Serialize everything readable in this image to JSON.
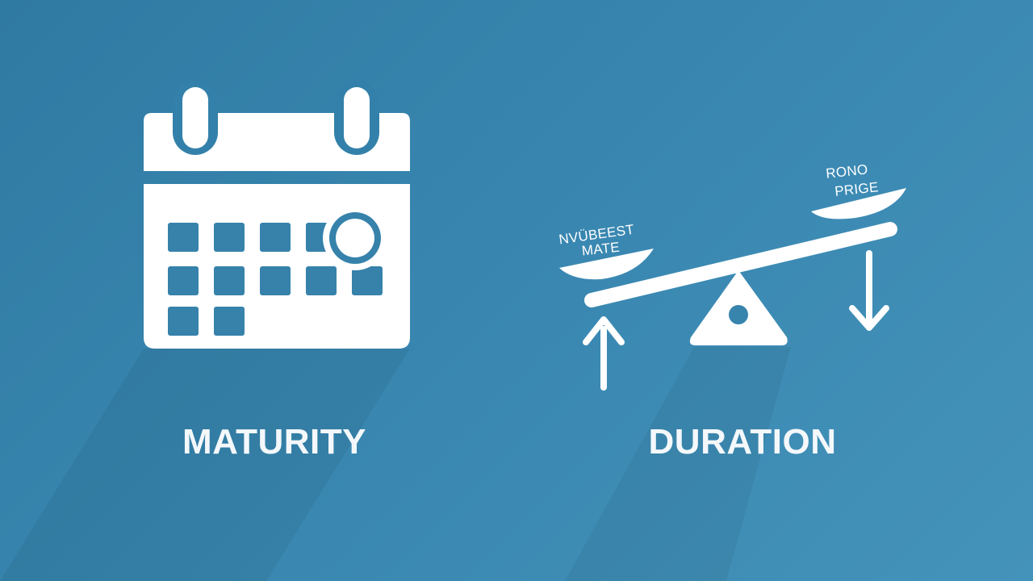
{
  "colors": {
    "background_start": "#2f7aa3",
    "background_end": "#4493ba",
    "icon": "#ffffff"
  },
  "maturity": {
    "label": "MATURITY",
    "icon": "calendar-icon"
  },
  "duration": {
    "label": "DURATION",
    "icon": "seesaw-balance-icon",
    "left_pan_label_line1": "NVÜBEEST",
    "left_pan_label_line2": "MATE",
    "right_pan_label_line1": "RONO",
    "right_pan_label_line2": "PRIGE",
    "up_arrow_icon": "arrow-up-icon",
    "down_arrow_icon": "arrow-down-icon"
  }
}
